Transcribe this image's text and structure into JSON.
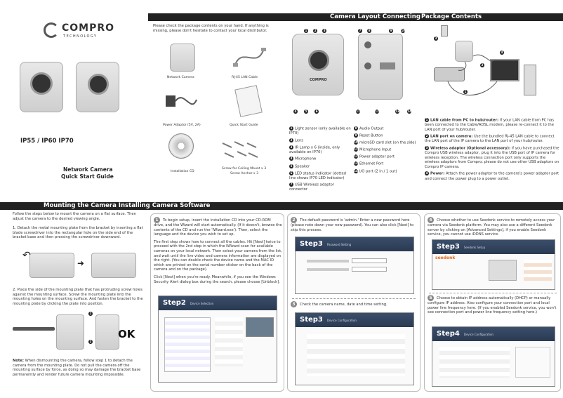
{
  "brand": {
    "name": "COMPRO",
    "sub": "TECHNOLOGY"
  },
  "cover": {
    "models": "IP55 / IP60 IP70",
    "title_line1": "Network Camera",
    "title_line2": "Quick Start Guide"
  },
  "package": {
    "intro": "Please check the package contents on your hand. If anything is missing, please don't hesitate to contact your local distributor.",
    "items": [
      "Network Camera",
      "RJ-45 LAN Cable",
      "Power Adaptor (5V, 2A)",
      "Quick Start Guide",
      "Installation CD",
      "Screw for Ceiling Mount x 3",
      "Screw Anchor x 3"
    ],
    "header_left": "Package Contents"
  },
  "layout": {
    "header": "Camera Layout Connecting the Cables",
    "top_numbers": [
      "1",
      "2",
      "3",
      "7",
      "8",
      "9",
      "10"
    ],
    "bottom_numbers": [
      "4",
      "5",
      "6",
      "11",
      "12",
      "13",
      "14"
    ],
    "left_list": [
      {
        "n": "1",
        "t": "Light sensor (only available on IP70)"
      },
      {
        "n": "2",
        "t": "Lens"
      },
      {
        "n": "3",
        "t": "IR Lamp x 6 (inside, only available on IP70)"
      },
      {
        "n": "4",
        "t": "Microphone"
      },
      {
        "n": "5",
        "t": "Speaker"
      },
      {
        "n": "6",
        "t": "LED status indicator (dotted line shows IP70 LED indicator)"
      },
      {
        "n": "7",
        "t": "USB Wireless adaptor connector"
      }
    ],
    "right_list": [
      {
        "n": "8",
        "t": "Audio Output"
      },
      {
        "n": "9",
        "t": "Reset Button"
      },
      {
        "n": "10",
        "t": "microSD card slot (on the side)"
      },
      {
        "n": "11",
        "t": "Microphone Input"
      },
      {
        "n": "12",
        "t": "Power adaptor port"
      },
      {
        "n": "13",
        "t": "Ethernet Port"
      },
      {
        "n": "14",
        "t": "I/O port (2 in / 1 out)"
      }
    ]
  },
  "cables": {
    "diagram_numbers": [
      "1",
      "2",
      "3",
      "4"
    ],
    "items": [
      {
        "n": "1",
        "label": "LAN cable from PC to hub/router:",
        "t": "If your LAN cable from PC has been connected to the Cable/ADSL modem, please re-connect it to the LAN port of your hub/router."
      },
      {
        "n": "2",
        "label": "LAN port on camera:",
        "t": "Use the bundled RJ-45 LAN cable to connect the LAN port of the IP camera to the LAN port of your hub/router."
      },
      {
        "n": "3",
        "label": "Wireless adaptor (Optional accessory):",
        "t": "If you have purchased the Compro USB wireless adaptor, plug it into the USB port of IP camera for wireless reception. The wireless connection port only supports the wireless adaptors from Compro; please do not use other USB adaptors on Compro IP camera."
      },
      {
        "n": "4",
        "label": "Power:",
        "t": "Attach the power adaptor to the camera's power adaptor port and connect the power plug to a power outlet."
      }
    ]
  },
  "mounting": {
    "header": "Mounting the Camera Installing Camera Software",
    "intro": "Follow the steps below to mount the camera on a flat surface. Then adjust the camera to the desired viewing angle.",
    "step1": "1. Detach the metal mounting plate from the bracket by inserting a flat blade screwdriver into the rectangular hole on the side end of the bracket base and then pressing the screwdriver downward.",
    "step2": "2. Place the side of the mounting plate that has protruding screw holes against the mounting surface. Screw the mounting plate into the mounting holes on the mounting surface. And fasten the bracket to the mounting plate by clicking the plate into position.",
    "ok": "OK",
    "diagram_numbers": [
      "1",
      "2"
    ],
    "note_label": "Note:",
    "note": "When dismounting the camera, follow step 1 to detach the camera from the mounting plate. Do not pull the camera off the mounting surface by force, as doing so may damage the bracket base permanently and render future camera mounting impossible."
  },
  "software": {
    "s1": {
      "n": "1",
      "p1": "To begin setup, insert the installation CD into your CD-ROM drive, and the Wizard will start automatically. (If it doesn't, browse the contents of the CD and run the 'IWizard.exe'). Then, select the language and the device you wish to set up.",
      "p2": "The first step shows how to connect all the cables. Hit [Next] twice to proceed with the 2nd step in which the IWizard scan for available cameras on your local network. Then select your camera from the list, and wait until the live video and camera information are displayed on the right. (You can double-check the device name and the MAC ID which are printed on the serial number sticker on the back of the camera and on the package).",
      "p3": "Click [Next] when you're ready. Meanwhile, if you see the Windows Security Alert dialog box during the search, please choose [Unblock].",
      "shot_title": "Step2",
      "shot_sub": "Device Selection"
    },
    "s2": {
      "n": "2",
      "t": "The default password is 'admin.' Enter a new password here (please note down your new password). You can also click [Next] to skip this process.",
      "shot_title": "Step3",
      "shot_sub": "Password Setting"
    },
    "s3": {
      "n": "3",
      "t": "Check the camera name, date and time setting.",
      "shot_title": "Step3",
      "shot_sub": "Device Configuration"
    },
    "s4": {
      "n": "4",
      "t": "Choose whether to use Seedonk service to remotely access your camera via Seedonk platform. You may also use a different Seedonk server by clicking on [Advanced Settings], if you enable Seedonk service, you cannot use iDDNS service.",
      "shot_title": "Step3",
      "shot_sub": "Seedonk Setup",
      "logo": "seedonk"
    },
    "s5": {
      "n": "5",
      "t": "Choose to obtain IP address automatically (DHCP) or manually configure IP address. Also configure your connection port and local power line frequency here. (If you enabled Seedonk service, you won't see connection port and power line frequency setting here.)",
      "shot_title": "Step4",
      "shot_sub": "Device Configuration"
    }
  }
}
